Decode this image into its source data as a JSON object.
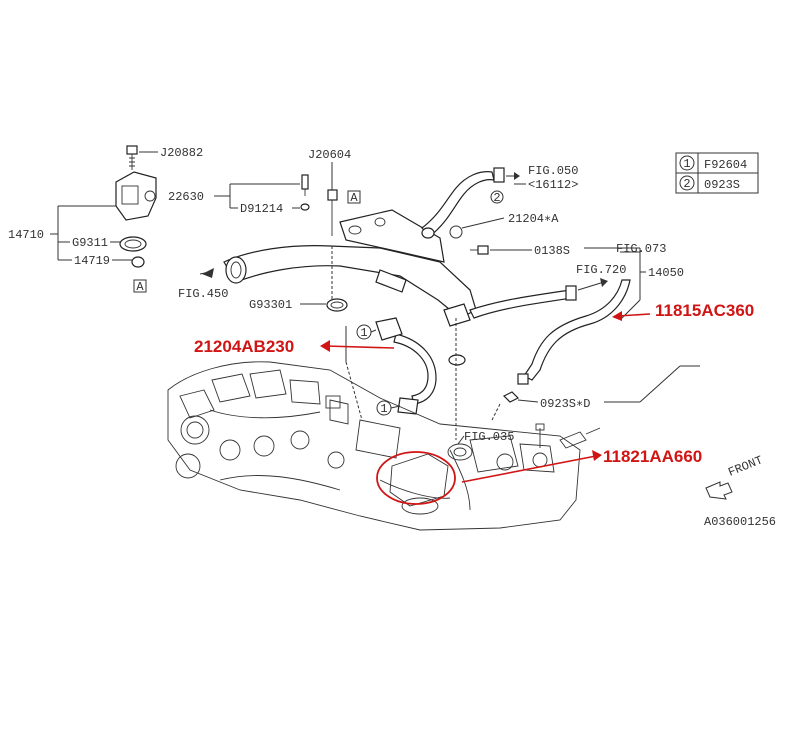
{
  "labels": {
    "j20882": "J20882",
    "j20604": "J20604",
    "fig050": "FIG.050",
    "p16112": "<16112>",
    "p22630": "22630",
    "d91214": "D91214",
    "p21204a": "21204∗A",
    "p14710": "14710",
    "g9311": "G9311",
    "p14719": "14719",
    "fig450": "FIG.450",
    "g93301": "G93301",
    "p0138s": "0138S",
    "fig073": "FIG.073",
    "fig720": "FIG.720",
    "p14050": "14050",
    "p0923sd": "0923S∗D",
    "fig035": "FIG.035",
    "front": "FRONT",
    "code": "A036001256",
    "boxA1": "A",
    "boxA2": "A",
    "c1a": "1",
    "c1b": "1",
    "c2": "2"
  },
  "legend": {
    "rows": [
      {
        "num": "1",
        "code": "F92604"
      },
      {
        "num": "2",
        "code": "0923S"
      }
    ]
  },
  "callouts": {
    "c1": "11815AC360",
    "c2": "21204AB230",
    "c3": "11821AA660"
  },
  "colors": {
    "accent": "#d11414",
    "line": "#333333"
  }
}
